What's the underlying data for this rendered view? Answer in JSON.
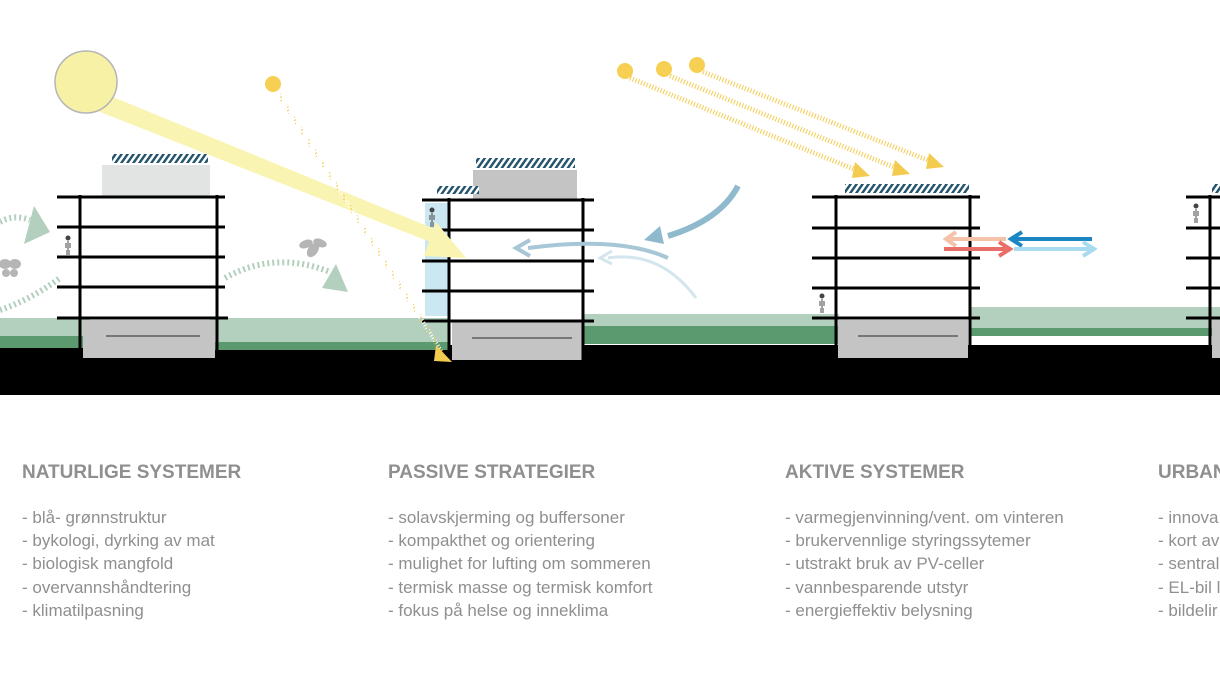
{
  "sections": [
    {
      "title": "NATURLIGE SYSTEMER",
      "items": [
        "- blå- grønnstruktur",
        "- bykologi, dyrking av mat",
        "- biologisk mangfold",
        "- overvannshåndtering",
        "- klimatilpasning"
      ]
    },
    {
      "title": "PASSIVE STRATEGIER",
      "items": [
        "- solavskjerming og buffersoner",
        "- kompakthet og orientering",
        "- mulighet for lufting om sommeren",
        "- termisk masse og termisk komfort",
        "- fokus på helse og inneklima"
      ]
    },
    {
      "title": "AKTIVE SYSTEMER",
      "items": [
        "- varmegjenvinning/vent. om vinteren",
        "- brukervennlige styringssytemer",
        "- utstrakt bruk av PV-celler",
        "- vannbesparende utstyr",
        "- energieffektiv belysning"
      ]
    },
    {
      "title": "URBAN",
      "items": [
        "- innova",
        "- kort av",
        "- sentral",
        "- EL-bil l",
        "- bildelir"
      ]
    }
  ],
  "colors": {
    "ground": "#000000",
    "grass_light": "#b3cfbd",
    "grass_dark": "#5a9a6e",
    "building_base": "#c4c4c4",
    "rooftop_box": "#e2e4e4",
    "sun": "#f7f1a6",
    "sun_ray": "#faf4b2",
    "sun_dot": "#f7cf52",
    "wind": "#8fb9cc",
    "heat_warm": "#e86e67",
    "heat_cool": "#1a86c4",
    "solar_panel": "#26566e",
    "text": "#8f8f8f"
  },
  "icons": [
    "sun-icon",
    "butterfly-icon",
    "bee-icon",
    "person-icon",
    "solar-panel-icon",
    "wind-arrow-icon",
    "heat-exchange-arrows-icon"
  ]
}
